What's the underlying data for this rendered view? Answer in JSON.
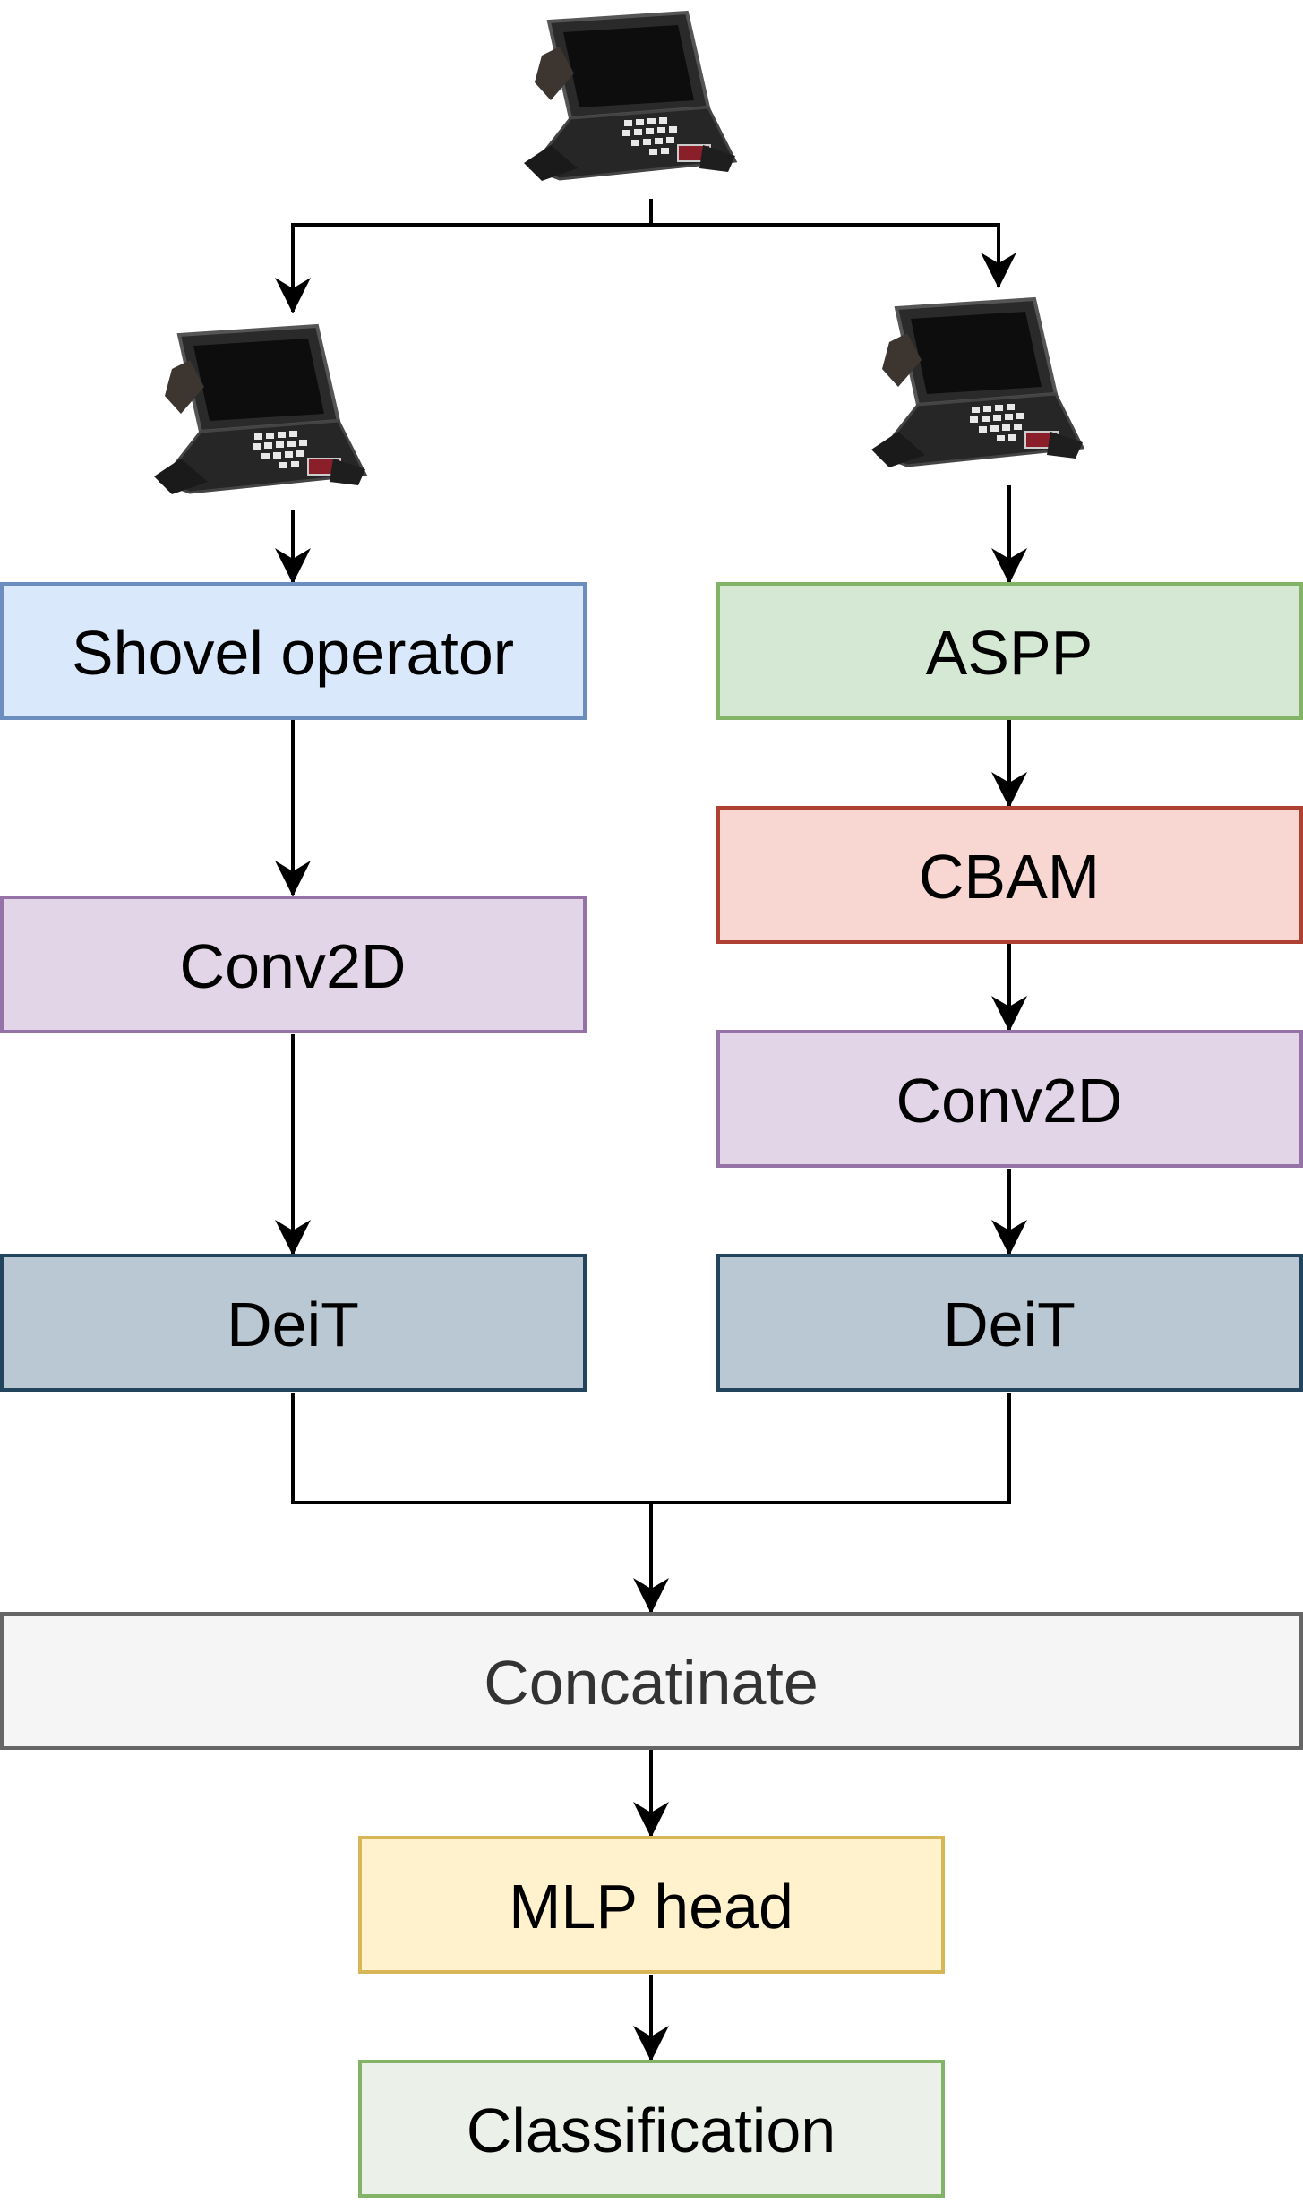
{
  "nodes": {
    "shovel": {
      "label": "Shovel operator",
      "fill": "#dae8fc",
      "stroke": "#6c8ebf",
      "text": "#000000"
    },
    "conv_left": {
      "label": "Conv2D",
      "fill": "#e1d5e7",
      "stroke": "#9673a6",
      "text": "#000000"
    },
    "deit_left": {
      "label": "DeiT",
      "fill": "#bac8d3",
      "stroke": "#23445d",
      "text": "#000000"
    },
    "aspp": {
      "label": "ASPP",
      "fill": "#d5e8d4",
      "stroke": "#82b366",
      "text": "#000000"
    },
    "cbam": {
      "label": "CBAM",
      "fill": "#f8d7d3",
      "stroke": "#ae4132",
      "text": "#000000"
    },
    "conv_right": {
      "label": "Conv2D",
      "fill": "#e1d5e7",
      "stroke": "#9673a6",
      "text": "#000000"
    },
    "deit_right": {
      "label": "DeiT",
      "fill": "#bac8d3",
      "stroke": "#23445d",
      "text": "#000000"
    },
    "concat": {
      "label": "Concatinate",
      "fill": "#f5f5f5",
      "stroke": "#666666",
      "text": "#333333"
    },
    "mlp": {
      "label": "MLP head",
      "fill": "#fff2cc",
      "stroke": "#d6b656",
      "text": "#000000"
    },
    "classification": {
      "label": "Classification",
      "fill": "#ebf1e9",
      "stroke": "#82b366",
      "text": "#000000"
    }
  },
  "images": {
    "input": "burnt-laptop-icon",
    "left_copy": "burnt-laptop-icon",
    "right_copy": "burnt-laptop-icon"
  },
  "colors": {
    "edge": "#000000"
  }
}
